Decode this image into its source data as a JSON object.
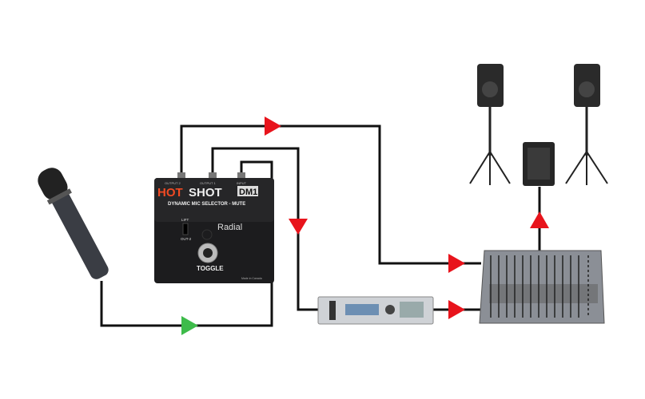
{
  "device": {
    "brand_hot": "HOT",
    "brand_shot": "SHOT",
    "model": "DM1",
    "subtitle": "DYNAMIC MIC SELECTOR - MUTE",
    "jack_output2": "OUTPUT 2",
    "jack_output1": "OUTPUT 1",
    "jack_input": "INPUT",
    "switch_lift": "LIFT",
    "switch_out2": "OUT-2",
    "maker": "Radial",
    "footswitch": "TOGGLE",
    "made_in": "Made in Canada"
  },
  "colors": {
    "signal_out": "#e8141c",
    "signal_in": "#3dbb4a",
    "cable": "#111111"
  }
}
